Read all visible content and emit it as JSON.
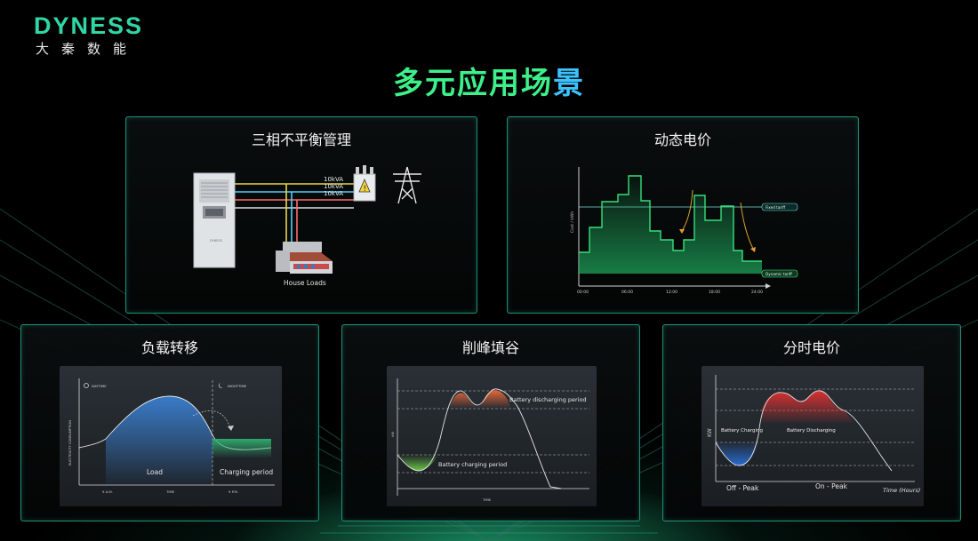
{
  "brand": {
    "name_en": "DYNESS",
    "name_cn": "大秦数能"
  },
  "title": {
    "main": "多元应用场",
    "accent": "景"
  },
  "panels": {
    "p1": {
      "title": "三相不平衡管理",
      "line_labels": [
        "10kVA",
        "10kVA",
        "10kVA"
      ],
      "house_label": "House Loads",
      "cabinet_label": "DYNESS"
    },
    "p2": {
      "title": "动态电价",
      "ylabel": "Cost / kWh",
      "fixed_tag": "Fixed tariff",
      "dynamic_tag": "Dynamic tariff",
      "xticks": [
        "00:00",
        "06:00",
        "12:00",
        "18:00",
        "24:00"
      ]
    },
    "p3": {
      "title": "负载转移",
      "ylabel": "ELECTRICITY CONSUMPTION",
      "day_label": "DAYTIME",
      "night_label": "NIGHTTIME",
      "load_label": "Load",
      "charging_label": "Charging period",
      "xticks": [
        "9 A.M.",
        "TIME",
        "9 P.M."
      ]
    },
    "p4": {
      "title": "削峰填谷",
      "ylabel": "kW",
      "discharge_label": "Battery discharging period",
      "charge_label": "Battery charging period",
      "xlabel": "TIME"
    },
    "p5": {
      "title": "分时电价",
      "ylabel": "KW",
      "charging_label": "Battery Charging",
      "discharging_label": "Battery Discharging",
      "offpeak": "Off - Peak",
      "onpeak": "On - Peak",
      "xlabel": "Time (Hours)"
    }
  },
  "colors": {
    "accent": "#2fd6a6",
    "title_green": "#3df08a",
    "title_blue": "#3cc3ff",
    "border": "#1f8f7a"
  }
}
